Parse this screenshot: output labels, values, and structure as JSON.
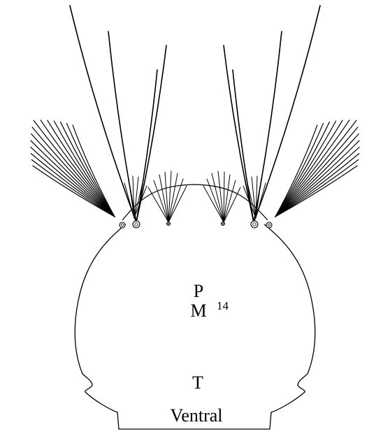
{
  "labels": {
    "p": "P",
    "m": "M",
    "num": "14",
    "t": "T",
    "view": "Ventral"
  },
  "colors": {
    "stroke": "#000000",
    "background": "#ffffff"
  }
}
